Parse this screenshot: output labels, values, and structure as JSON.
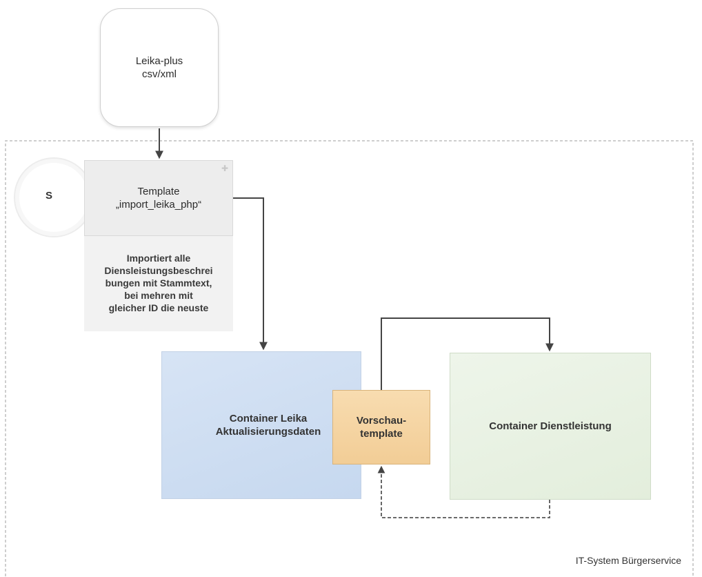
{
  "diagram": {
    "source": {
      "label": "Leika-plus\ncsv/xml"
    },
    "template": {
      "label": "Template\n„import_leika_php“"
    },
    "note": {
      "label": "Importiert alle\nDiensleistungsbeschrei\nbungen mit Stammtext,\nbei mehren mit\ngleicher ID die neuste"
    },
    "start_marker": {
      "label": "S"
    },
    "container_leika": {
      "label": "Container Leika\nAktualisierungsdaten"
    },
    "preview_template": {
      "label": "Vorschau-\ntemplate"
    },
    "container_dienst": {
      "label": "Container Dienstleistung"
    },
    "system_caption": "IT-System Bürgerservice"
  },
  "colors": {
    "leika_container": "#c6d8ef",
    "preview_template": "#f2cd96",
    "dienst_container": "#e3eedc",
    "template": "#ededed",
    "connector": "#444444"
  }
}
